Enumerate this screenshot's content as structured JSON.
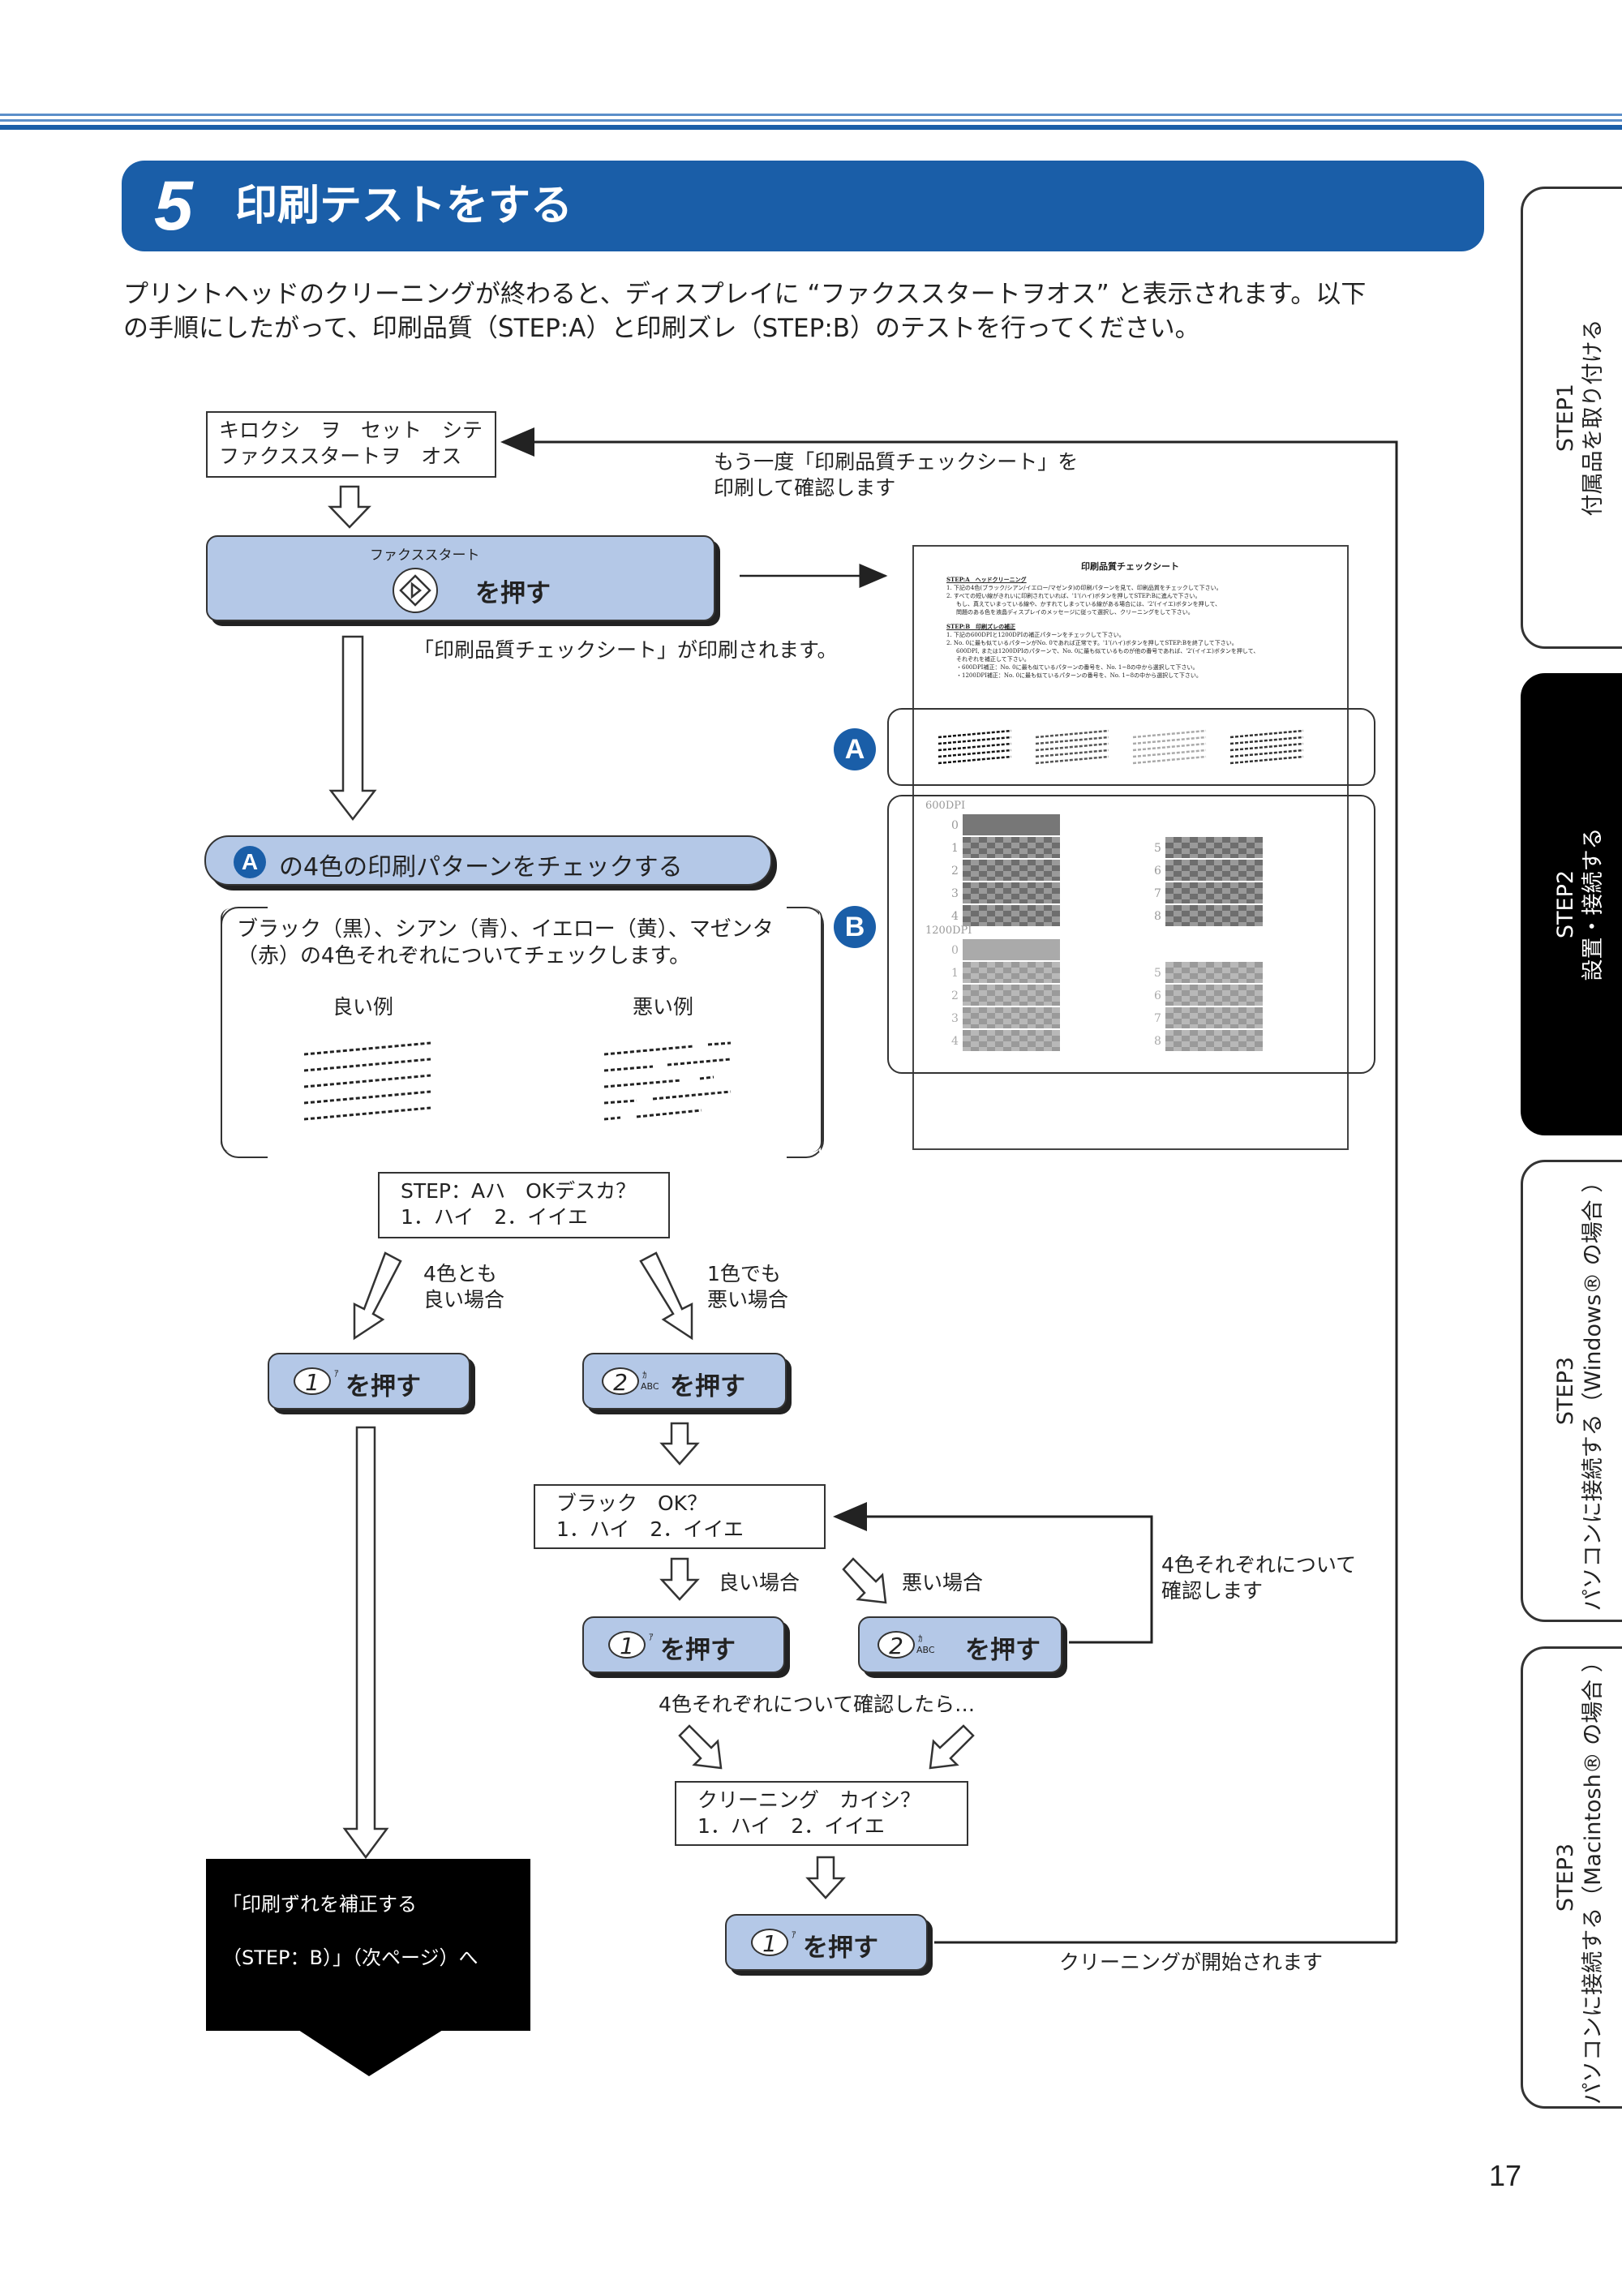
{
  "header": {
    "step_number": "5",
    "title": "印刷テストをする"
  },
  "intro": {
    "line1": "プリントヘッドのクリーニングが終わると、ディスプレイに “ファクススタートヲオス” と表示されます。以下",
    "line2": "の手順にしたがって、印刷品質（STEP:A）と印刷ズレ（STEP:B）のテストを行ってください。"
  },
  "flow": {
    "lcd1": {
      "line1": "キロクシ　ヲ　セット　シテ",
      "line2": "ファクススタートヲ　オス"
    },
    "loop_note": {
      "line1": "もう一度「印刷品質チェックシート」を",
      "line2": "印刷して確認します"
    },
    "start_button": {
      "caption": "ファクススタート",
      "label": "を押す"
    },
    "printed_note": "「印刷品質チェックシート」が印刷されます。",
    "check_heading": {
      "badge": "A",
      "text": "の4色の印刷パターンをチェックする"
    },
    "check_desc": {
      "line1": "ブラック（黒）、シアン（青）、イエロー（黄）、マゼンタ",
      "line2": "（赤）の4色それぞれについてチェックします。"
    },
    "good_example": "良い例",
    "bad_example": "悪い例",
    "lcd2": {
      "line1": "STEP：Aハ　OKデスカ？",
      "line2": "1．ハイ　2．イイエ"
    },
    "branch_yes": {
      "line1": "4色とも",
      "line2": "良い場合"
    },
    "branch_no": {
      "line1": "1色でも",
      "line2": "悪い場合"
    },
    "press1": {
      "num": "1",
      "kana": "ｱ",
      "label": "を押す"
    },
    "press2": {
      "num": "2",
      "kana": "ｶ",
      "abc": "ABC",
      "label": "を押す"
    },
    "lcd3": {
      "line1": "ブラック　OK？",
      "line2": "1．ハイ　2．イイエ"
    },
    "good_case": "良い場合",
    "bad_case": "悪い場合",
    "each_color_note": {
      "line1": "4色それぞれについて",
      "line2": "確認します"
    },
    "after_check": "4色それぞれについて確認したら…",
    "lcd4": {
      "line1": "クリーニング　カイシ？",
      "line2": "1．ハイ　2．イイエ"
    },
    "cleaning_note": "クリーニングが開始されます",
    "next_box": {
      "line1": "「印刷ずれを補正する",
      "line2": "（STEP：B）」（次ページ）へ"
    }
  },
  "sheet": {
    "title": "印刷品質チェックシート",
    "stepA_title": "STEP:A　ヘッドクリーニング",
    "stepA_l1": "1. 下記の4色(ブラック/シアン/イエロー/マゼンタ)の印刷パターンを見て、印刷品質をチェックして下さい。",
    "stepA_l2": "2. すべての短い線がきれいに印刷されていれば、'1'(ハイ)ボタンを押してSTEP:Bに進んで下さい。",
    "stepA_l3": "もし、真えていまっている線や、かすれてしまっている線がある場合には、'2'(イイエ)ボタンを押して、",
    "stepA_l4": "問題のある色を液晶ディスプレイのメッセージに従って選択し、クリーニングをして下さい。",
    "stepB_title": "STEP:B　印刷ズレの補正",
    "stepB_l1": "1. 下記の600DPIと1200DPIの補正パターンをチェックして下さい。",
    "stepB_l2": "2. No. 0に最も似ているパターンがNo. 0であれば正常です。'1'(ハイ)ボタンを押してSTEP:Bを終了して下さい。",
    "stepB_l3": "600DPI, または1200DPIのパターンで、No. 0に最も似ているものが他の番号であれば、'2'(イイエ)ボタンを押して、",
    "stepB_l4": "それぞれを補正して下さい。",
    "stepB_l5": "・600DPI補正：No. 0に最も似ているパターンの番号を、No. 1~8の中から選択して下さい。",
    "stepB_l6": "・1200DPI補正：No. 0に最も似ているパターンの番号を、No. 1~8の中から選択して下さい。",
    "label_600": "600DPI",
    "label_1200": "1200DPI",
    "nums_left": [
      "0",
      "1",
      "2",
      "3",
      "4"
    ],
    "nums_right": [
      "5",
      "6",
      "7",
      "8"
    ],
    "badge_a": "A",
    "badge_b": "B"
  },
  "tabs": [
    {
      "line1": "STEP1",
      "line2": "付属品を取り付ける"
    },
    {
      "line1": "STEP2",
      "line2": "設置・接続する"
    },
    {
      "line1": "STEP3",
      "line2": "パソコンに接続する（Windows® の場合 ）"
    },
    {
      "line1": "STEP3",
      "line2": "パソコンに接続する（Macintosh® の場合 ）"
    }
  ],
  "page_number": "17",
  "colors": {
    "accent": "#1a5ea8",
    "button": "#b4c8e7",
    "tab_active": "#000000"
  }
}
